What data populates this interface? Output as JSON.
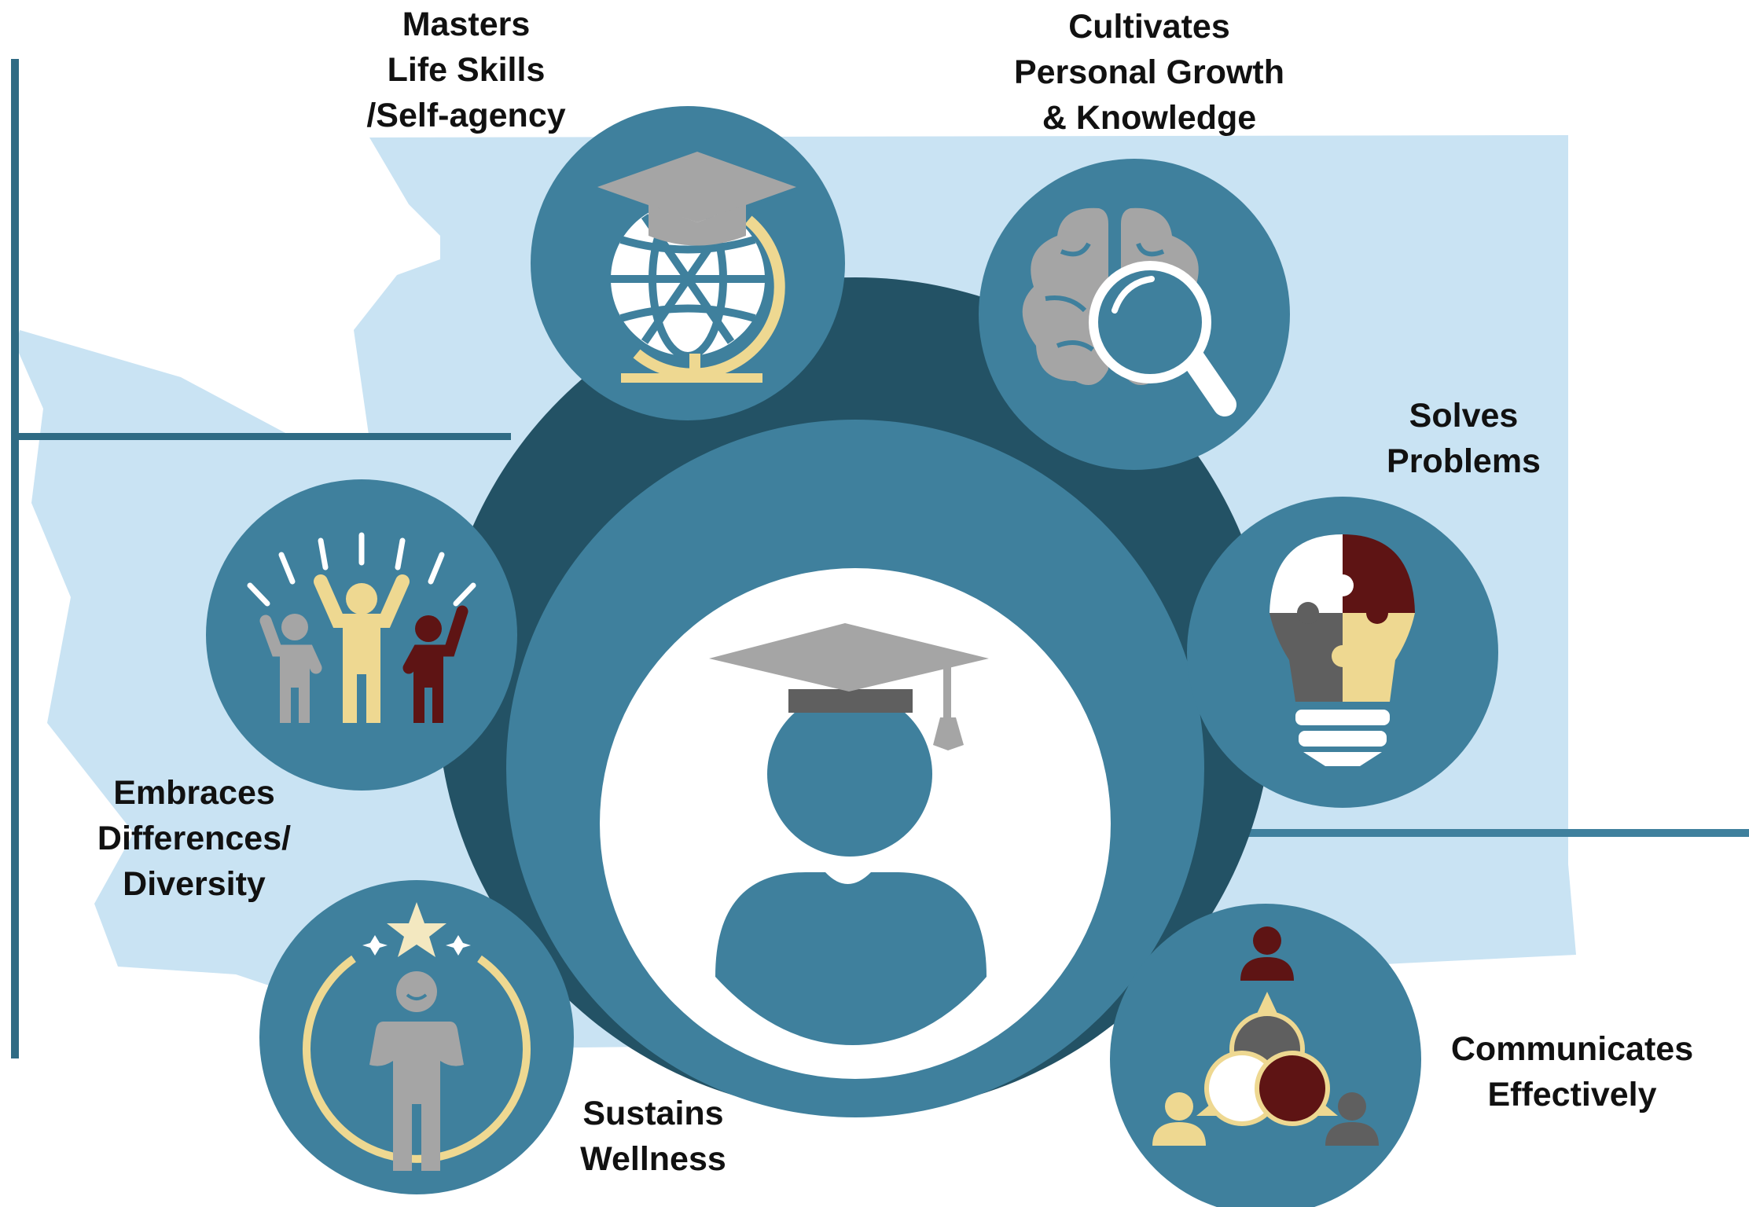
{
  "colors": {
    "map": "#c9e3f3",
    "dark_ring": "#235265",
    "mid_ring": "#3f809d",
    "circle": "#3f809d",
    "white": "#ffffff",
    "gray": "#a5a5a5",
    "dark_gray": "#5f5f5f",
    "cream": "#eed891",
    "maroon": "#5e1414",
    "line": "#2f6b84"
  },
  "center": {
    "icon": "graduate-person-icon"
  },
  "labels": {
    "masters": [
      "Masters",
      "Life Skills",
      "/Self-agency"
    ],
    "cultivates": [
      "Cultivates",
      "Personal Growth",
      "& Knowledge"
    ],
    "solves": [
      "Solves",
      "Problems"
    ],
    "embraces": [
      "Embraces",
      "Differences/",
      "Diversity"
    ],
    "sustains": [
      "Sustains",
      "Wellness"
    ],
    "communicates": [
      "Communicates",
      "Effectively"
    ]
  },
  "icons": {
    "masters": "globe-graduation-cap-icon",
    "cultivates": "brain-magnifier-icon",
    "solves": "puzzle-lightbulb-icon",
    "embraces": "cheering-people-icon",
    "sustains": "wellness-person-icon",
    "communicates": "communication-bubbles-icon"
  }
}
